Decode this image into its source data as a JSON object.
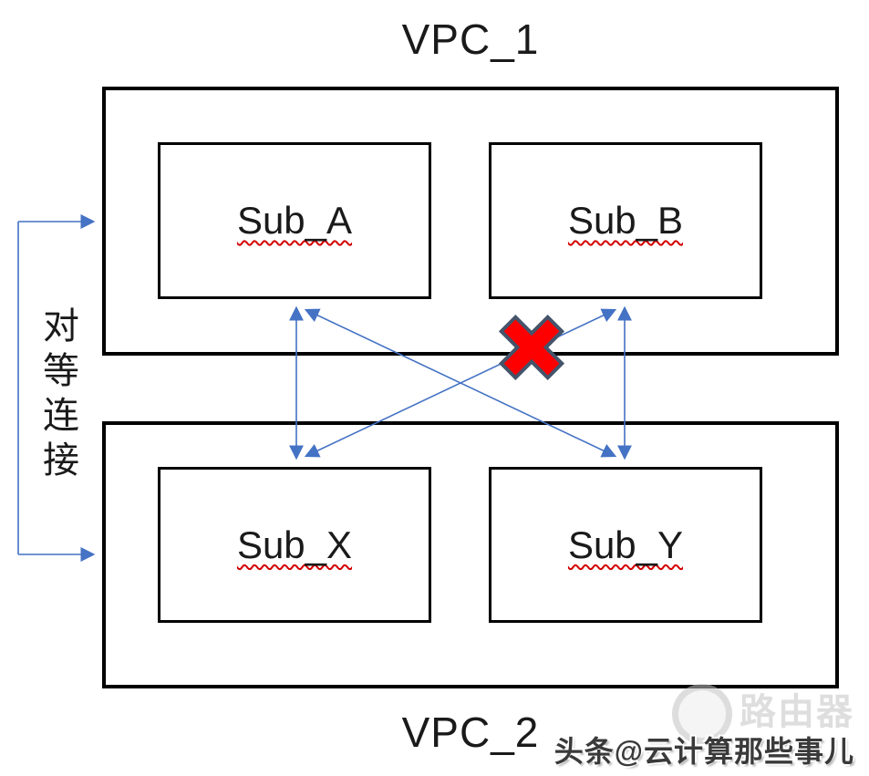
{
  "diagram": {
    "vpc1": {
      "title": "VPC_1",
      "subnets": [
        {
          "label": "Sub_A"
        },
        {
          "label": "Sub_B"
        }
      ]
    },
    "vpc2": {
      "title": "VPC_2",
      "subnets": [
        {
          "label": "Sub_X"
        },
        {
          "label": "Sub_Y"
        }
      ]
    },
    "peering_label": "对等连接",
    "blocked_marker": "red-cross",
    "colors": {
      "arrow": "#4472C4",
      "cross_fill": "#FF0000",
      "cross_stroke": "#44546A",
      "box_border": "#000000",
      "spellcheck_underline": "#D40000"
    }
  },
  "watermark": {
    "main": "头条@云计算那些事儿",
    "faint_text": "路由器"
  }
}
